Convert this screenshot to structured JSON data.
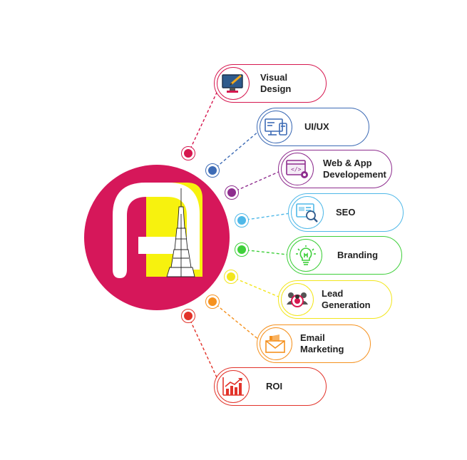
{
  "services": [
    {
      "label": "Visual Design",
      "color": "#d6174f",
      "icon": "monitor-pen-icon"
    },
    {
      "label": "UI/UX",
      "color": "#3d6bb5",
      "icon": "wireframe-devices-icon"
    },
    {
      "label": "Web & App Developement",
      "color": "#8e2d8e",
      "icon": "code-window-gear-icon"
    },
    {
      "label": "SEO",
      "color": "#4fb8e8",
      "icon": "search-analytics-icon"
    },
    {
      "label": "Branding",
      "color": "#3ecf3a",
      "icon": "lightbulb-icon"
    },
    {
      "label": "Lead Generation",
      "color": "#f2e61c",
      "icon": "target-people-icon"
    },
    {
      "label": "Email Marketing",
      "color": "#f5911e",
      "icon": "email-megaphone-icon"
    },
    {
      "label": "ROI",
      "color": "#e2332a",
      "icon": "growth-chart-icon"
    }
  ],
  "logo": {
    "circle_color": "#d6175a",
    "accent_color": "#f7f20e"
  }
}
